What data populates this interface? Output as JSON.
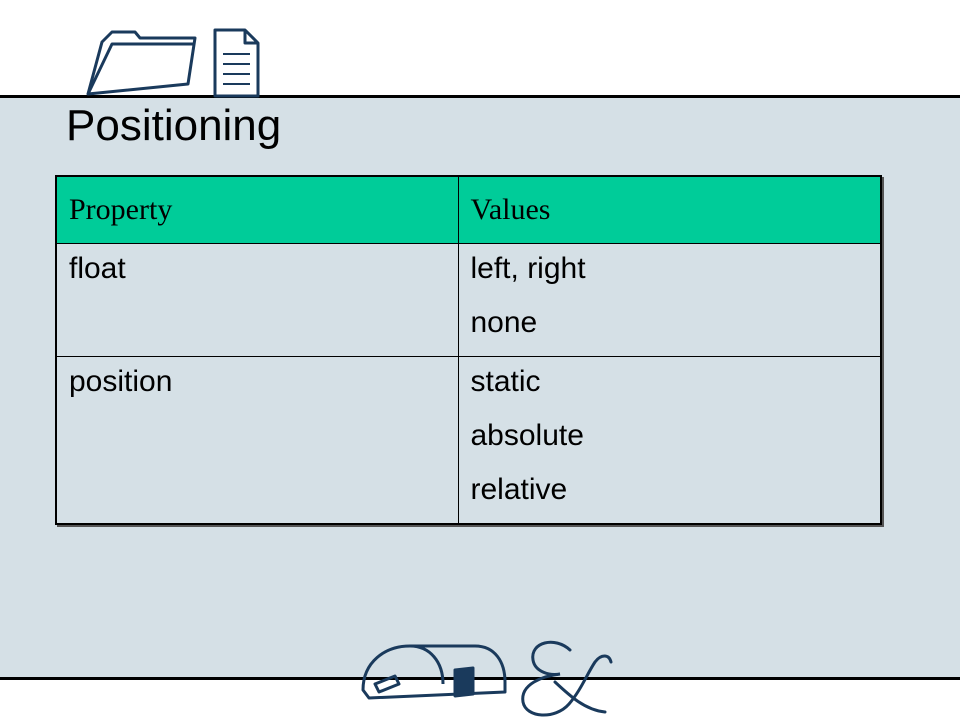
{
  "slide": {
    "title": "Positioning"
  },
  "icons": {
    "top": [
      "folder-icon",
      "document-icon"
    ],
    "bottom": [
      "mailbox-icon",
      "ampersand-icon"
    ]
  },
  "table": {
    "headers": [
      "Property",
      "Values"
    ],
    "rows": [
      {
        "property": "float",
        "values": [
          "left, right",
          "none"
        ]
      },
      {
        "property": "position",
        "values": [
          "static",
          "absolute",
          "relative"
        ]
      }
    ]
  },
  "colors": {
    "background": "#d5e0e6",
    "header_fill": "#00cc99",
    "icon_stroke": "#1a3a5c"
  }
}
